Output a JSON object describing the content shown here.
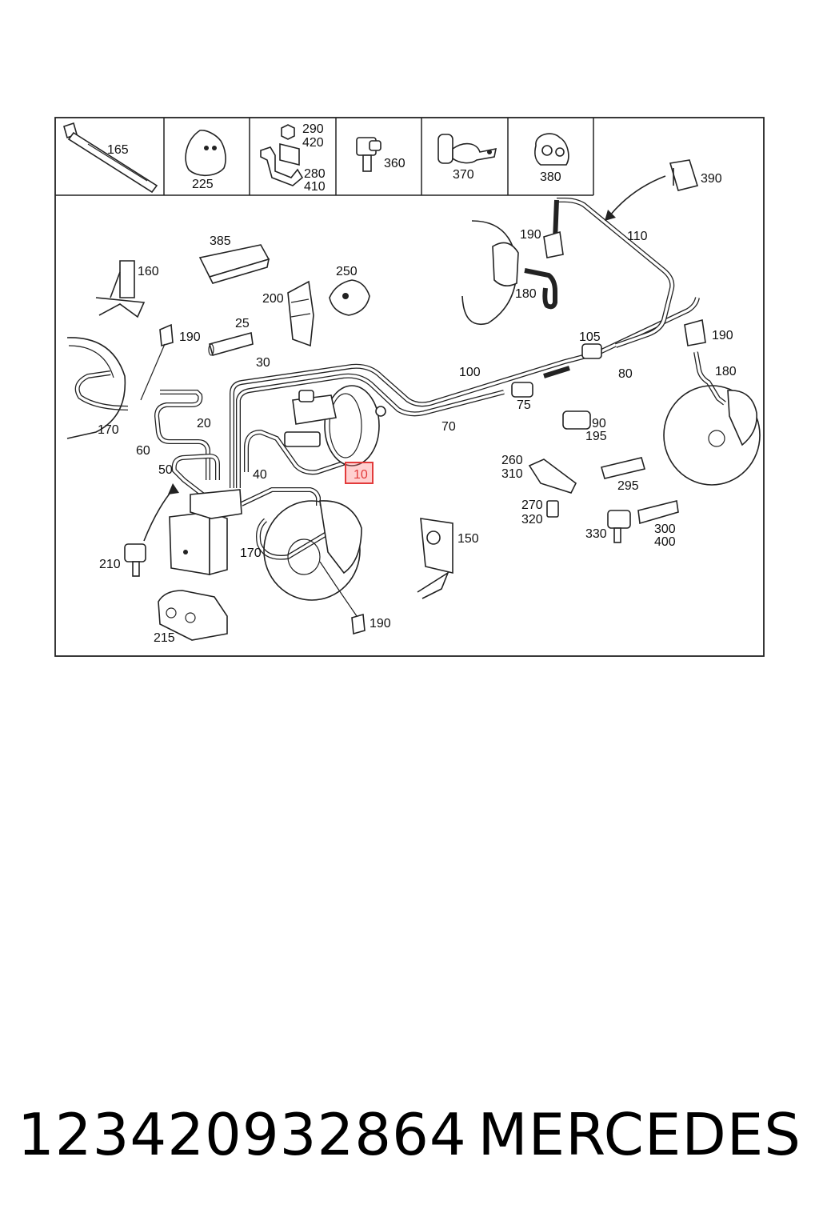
{
  "header_cells": [
    "165",
    "225",
    "290",
    "420",
    "280",
    "410",
    "360",
    "370",
    "380"
  ],
  "callouts": [
    "390",
    "385",
    "160",
    "250",
    "200",
    "190",
    "110",
    "180",
    "25",
    "190",
    "105",
    "190",
    "30",
    "100",
    "80",
    "180",
    "170",
    "20",
    "70",
    "75",
    "90",
    "195",
    "60",
    "10",
    "260",
    "310",
    "50",
    "40",
    "295",
    "270",
    "320",
    "330",
    "300",
    "400",
    "210",
    "170",
    "150",
    "215",
    "190"
  ],
  "highlight": "10",
  "colors": {
    "highlight_stroke": "#e23b3b",
    "highlight_fill": "#ffb3b3"
  },
  "footer": {
    "part_number": "12342093286​4",
    "brand": "MERCEDES"
  }
}
